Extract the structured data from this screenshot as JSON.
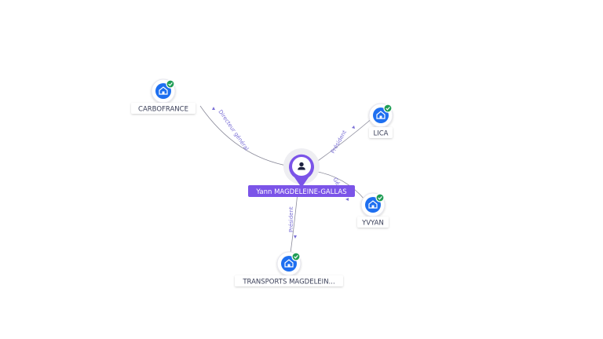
{
  "colors": {
    "accent": "#7b54e8",
    "company_icon": "#1e6ff0",
    "verified": "#1f9d55",
    "edge": "#8a8a9a",
    "edge_label": "#7a6fd6",
    "label_text": "#3a3f58"
  },
  "center": {
    "label": "Yann MAGDELEINE-GALLAS",
    "icon": "person-icon"
  },
  "companies": [
    {
      "id": "carbofrance",
      "label": "CARBOFRANCE",
      "icon": "building-icon",
      "verified": true
    },
    {
      "id": "lica",
      "label": "LICA",
      "icon": "building-icon",
      "verified": true
    },
    {
      "id": "yvyan",
      "label": "YVYAN",
      "icon": "building-icon",
      "verified": true
    },
    {
      "id": "transports",
      "label": "TRANSPORTS MAGDELEIN...",
      "icon": "building-icon",
      "verified": true
    }
  ],
  "relations": [
    {
      "to": "carbofrance",
      "label": "Directeur général"
    },
    {
      "to": "lica",
      "label": "Président"
    },
    {
      "to": "yvyan",
      "label": "Gé..."
    },
    {
      "to": "transports",
      "label": "Président"
    }
  ]
}
